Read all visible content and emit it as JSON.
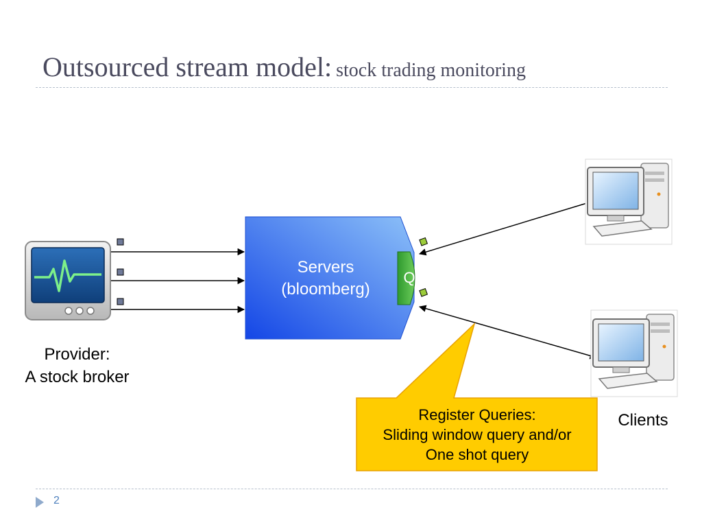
{
  "slide": {
    "title_main": "Outsourced stream model:",
    "title_sub": "stock trading monitoring",
    "page_number": "2"
  },
  "diagram": {
    "servers_line1": "Servers",
    "servers_line2": "(bloomberg)",
    "queue_label": "Q",
    "provider_line1": "Provider:",
    "provider_line2": "A stock broker",
    "clients_label": "Clients",
    "callout_line1": "Register Queries:",
    "callout_line2": "Sliding window query and/or",
    "callout_line3": "One shot query"
  },
  "icons": {
    "provider": "monitor-heartbeat-icon",
    "client": "desktop-computer-icon"
  },
  "colors": {
    "title": "#4a4a5e",
    "server_box": "#3a78e8",
    "queue": "#3caa3c",
    "callout_fill": "#ffcc00",
    "callout_border": "#e8a000",
    "page_number": "#4f81bd"
  }
}
